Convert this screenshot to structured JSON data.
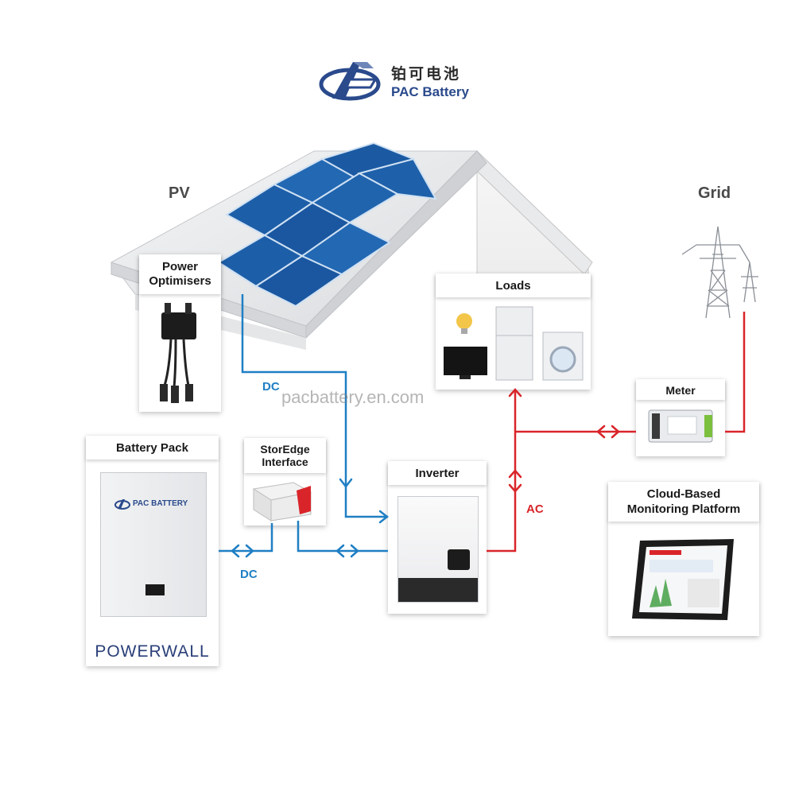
{
  "logo": {
    "cn": "铂可电池",
    "en": "PAC Battery"
  },
  "labels": {
    "pv": "PV",
    "grid": "Grid",
    "dc_top": "DC",
    "dc_bottom": "DC",
    "ac": "AC"
  },
  "watermark": "pacbattery.en.com",
  "cards": {
    "power_optimisers": {
      "line1": "Power",
      "line2": "Optimisers"
    },
    "loads": {
      "title": "Loads"
    },
    "meter": {
      "title": "Meter"
    },
    "battery_pack": {
      "title": "Battery Pack",
      "brand": "PAC BATTERY",
      "model": "POWERWALL"
    },
    "storedge": {
      "line1": "StorEdge",
      "line2": "Interface"
    },
    "inverter": {
      "title": "Inverter"
    },
    "cloud": {
      "line1": "Cloud-Based",
      "line2": "Monitoring Platform"
    }
  },
  "colors": {
    "dc": "#1f7fc4",
    "ac": "#d9252a",
    "panel": "#1d5ea8",
    "logo": "#2a4a8c"
  }
}
